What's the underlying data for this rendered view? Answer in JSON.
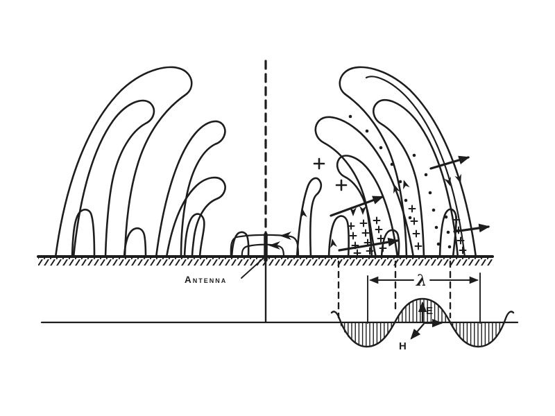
{
  "diagram": {
    "labels": {
      "antenna": "Antenna",
      "wavelength": "λ",
      "electric_field": "E",
      "magnetic_field": "H"
    },
    "colors": {
      "ink": "#1d1d1d",
      "background": "#ffffff"
    },
    "field_marks": {
      "plus_sign": "+",
      "dot": "·"
    }
  }
}
